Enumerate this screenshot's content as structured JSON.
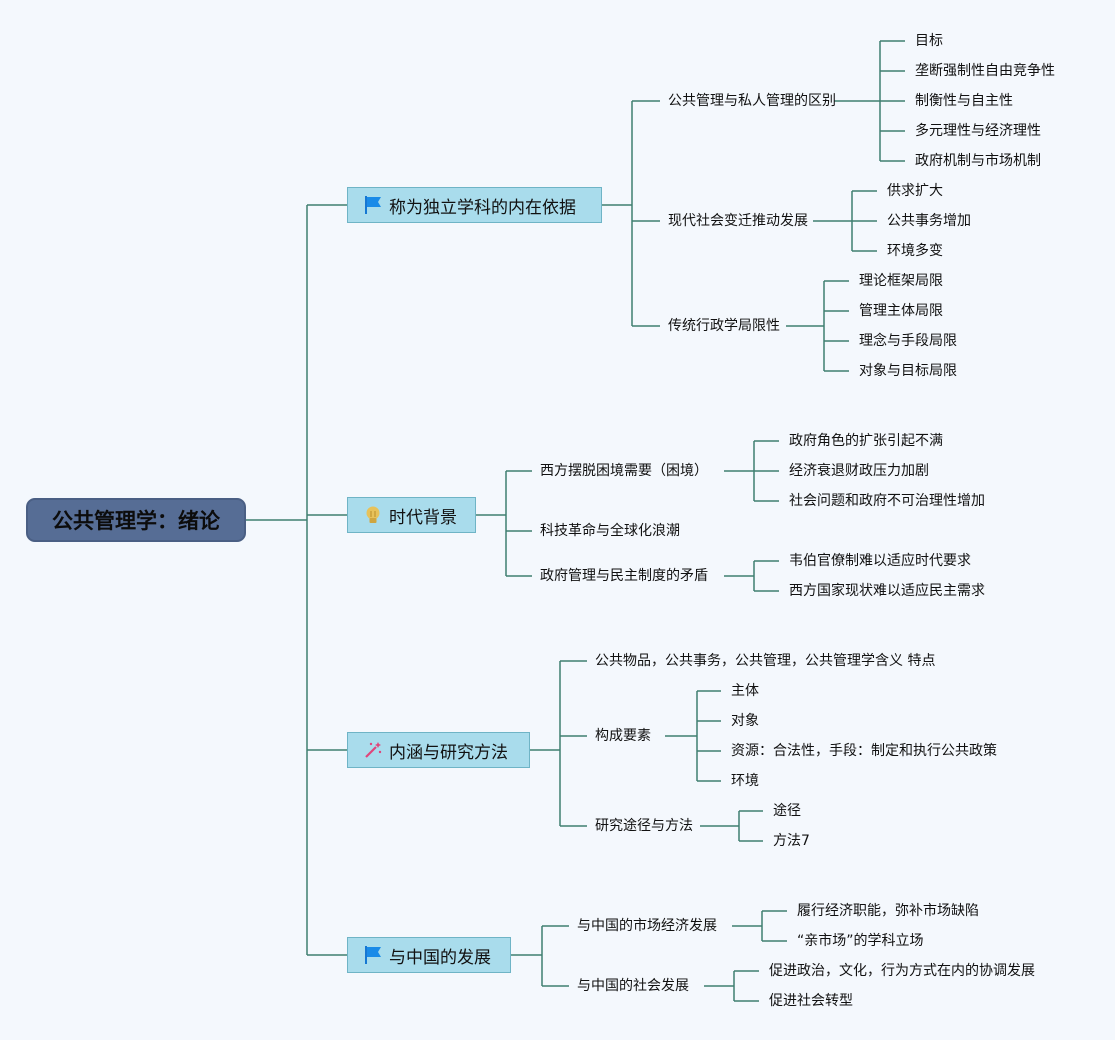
{
  "root": "公共管理学：绪论",
  "colors": {
    "line": "#3f7f70",
    "root_bg": "#566d95",
    "branch_bg": "#a9dcec",
    "background": "#f4f8fd"
  },
  "branches": [
    {
      "label": "称为独立学科的内在依据",
      "icon": "flag-icon",
      "children": [
        {
          "label": "公共管理与私人管理的区别",
          "children": [
            "目标",
            "垄断强制性自由竞争性",
            "制衡性与自主性",
            "多元理性与经济理性",
            "政府机制与市场机制"
          ]
        },
        {
          "label": "现代社会变迁推动发展",
          "children": [
            "供求扩大",
            "公共事务增加",
            "环境多变"
          ]
        },
        {
          "label": "传统行政学局限性",
          "children": [
            "理论框架局限",
            "管理主体局限",
            "理念与手段局限",
            "对象与目标局限"
          ]
        }
      ]
    },
    {
      "label": "时代背景",
      "icon": "lightbulb-icon",
      "children": [
        {
          "label": "西方摆脱困境需要（困境）",
          "children": [
            "政府角色的扩张引起不满",
            "经济衰退财政压力加剧",
            "社会问题和政府不可治理性增加"
          ]
        },
        {
          "label": "科技革命与全球化浪潮",
          "children": []
        },
        {
          "label": "政府管理与民主制度的矛盾",
          "children": [
            "韦伯官僚制难以适应时代要求",
            "西方国家现状难以适应民主需求"
          ]
        }
      ]
    },
    {
      "label": "内涵与研究方法",
      "icon": "magic-wand-icon",
      "children": [
        {
          "label": "公共物品，公共事务，公共管理，公共管理学含义 特点",
          "children": []
        },
        {
          "label": "构成要素",
          "children": [
            "主体",
            "对象",
            "资源：合法性，手段：制定和执行公共政策",
            "环境"
          ]
        },
        {
          "label": "研究途径与方法",
          "children": [
            "途径",
            "方法7"
          ]
        }
      ]
    },
    {
      "label": "与中国的发展",
      "icon": "flag-icon",
      "children": [
        {
          "label": "与中国的市场经济发展",
          "children": [
            "履行经济职能，弥补市场缺陷",
            "“亲市场”的学科立场"
          ]
        },
        {
          "label": "与中国的社会发展",
          "children": [
            "促进政治，文化，行为方式在内的协调发展",
            "促进社会转型"
          ]
        }
      ]
    }
  ]
}
